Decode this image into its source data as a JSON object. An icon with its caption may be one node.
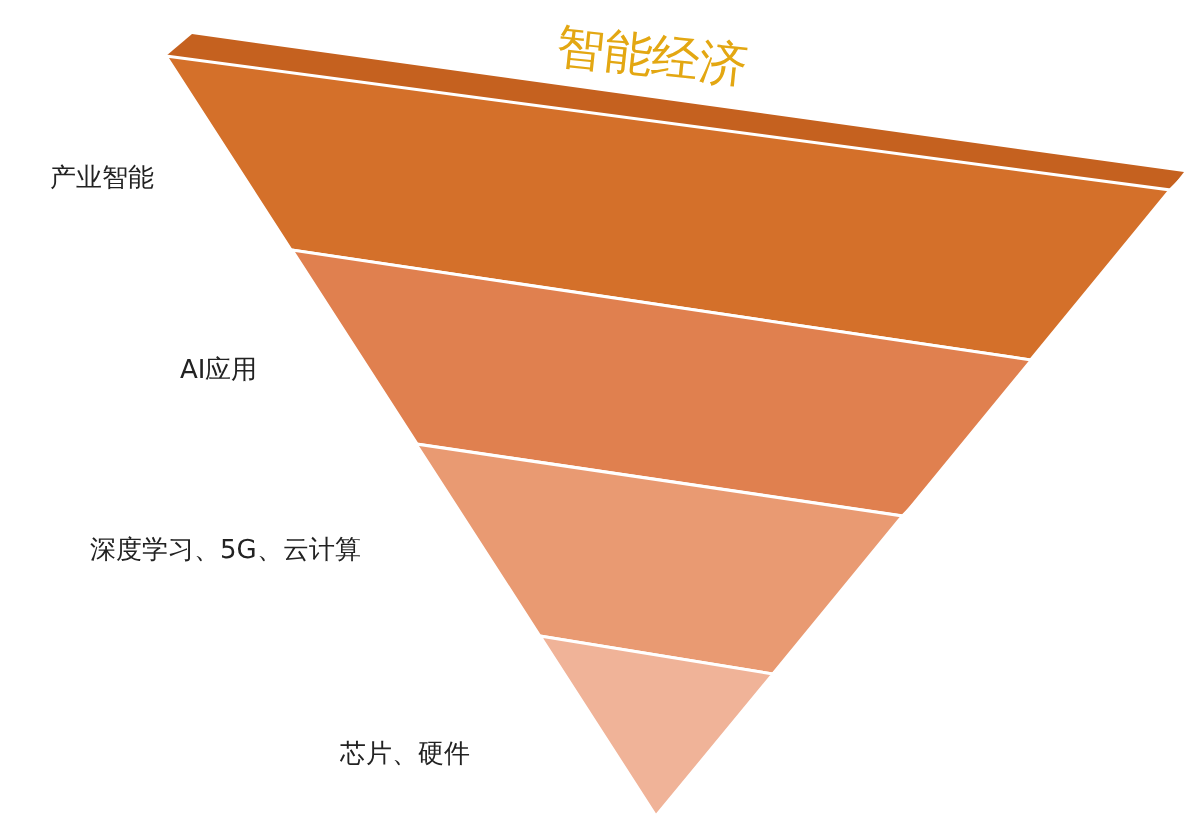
{
  "diagram": {
    "title": "智能经济",
    "nodes": [
      {
        "text": [
          "产业智能"
        ]
      },
      {
        "text": [
          "AI应用"
        ]
      },
      {
        "text": [
          "深度学习、5G、云计算"
        ]
      },
      {
        "text": [
          "芯片、硬件"
        ]
      }
    ],
    "edges": []
  }
}
